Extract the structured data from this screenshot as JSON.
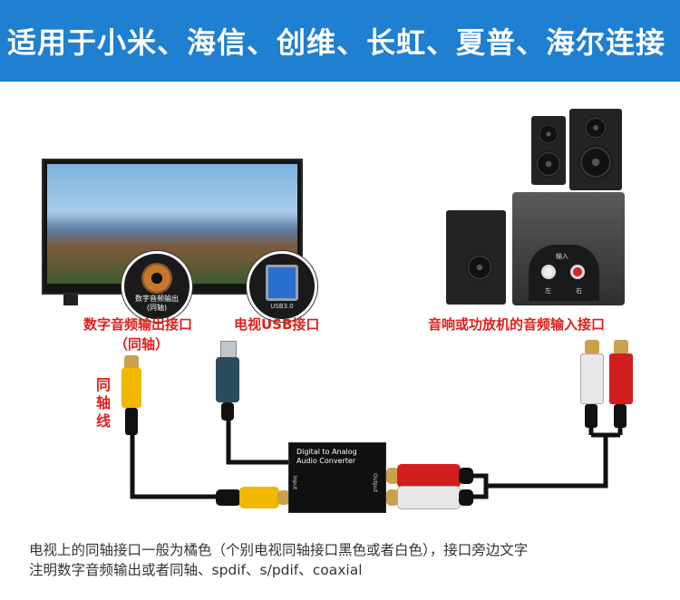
{
  "banner": {
    "title": "适用于小米、海信、创维、长虹、夏普、海尔连接",
    "color": "#1f7fd0"
  },
  "tv": {
    "coax_port_caption_line1": "数字音频输出",
    "coax_port_caption_line2": "(同轴)",
    "usb_port_caption": "USB3.0"
  },
  "labels": {
    "coax_output": "数字音频输出接口",
    "coax_output_note": "（同轴）",
    "tv_usb": "电视USB接口",
    "amp_input": "音响或功放机的音频输入接口",
    "coax_cable": "同轴线",
    "label_color": "#e0201a"
  },
  "speaker": {
    "input_label": "输入",
    "left_label": "左",
    "right_label": "右"
  },
  "converter": {
    "line1": "Digital  to Analog",
    "line2": "Audio Converter",
    "input_side": "Input",
    "output_side": "Output"
  },
  "bottom_note": {
    "line1": "电视上的同轴接口一般为橘色（个别电视同轴接口黑色或者白色），接口旁边文字",
    "line2": "注明数字音频输出或者同轴、spdif、s/pdif、coaxial"
  }
}
